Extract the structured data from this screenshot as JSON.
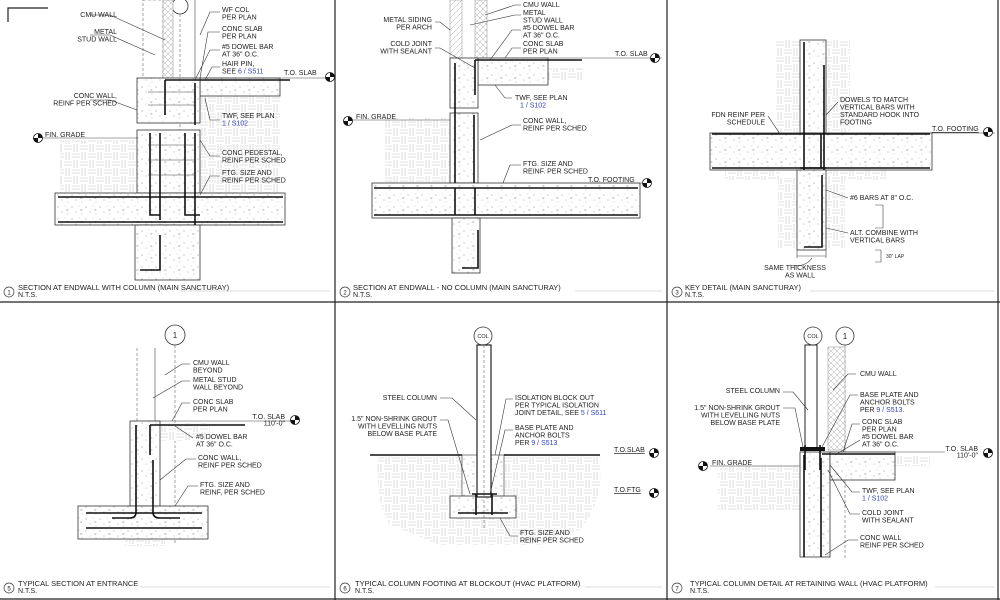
{
  "panels": [
    {
      "num": "1",
      "title": "SECTION AT ENDWALL WITH COLUMN (MAIN SANCTURAY)",
      "scale": "N.T.S.",
      "labels": [
        {
          "lines": [
            "CMU WALL"
          ]
        },
        {
          "lines": [
            "METAL",
            "STUD WALL"
          ]
        },
        {
          "lines": [
            "WF COL",
            "PER PLAN"
          ]
        },
        {
          "lines": [
            "CONC SLAB",
            "PER PLAN"
          ]
        },
        {
          "lines": [
            "#5 DOWEL BAR",
            "AT 36\" O.C."
          ]
        },
        {
          "lines": [
            "HAIR PIN,",
            "SEE "
          ],
          "ref": "6 / S511"
        },
        {
          "lines": [
            "T.O. SLAB"
          ]
        },
        {
          "lines": [
            "CONC WALL,",
            "REINF PER SCHED"
          ]
        },
        {
          "lines": [
            "TWF, SEE PLAN"
          ],
          "ref": "1 / S102"
        },
        {
          "lines": [
            "FIN. GRADE"
          ]
        },
        {
          "lines": [
            "CONC PEDESTAL,",
            "REINF PER SCHED"
          ]
        },
        {
          "lines": [
            "FTG. SIZE AND",
            "REINF PER SCHED"
          ]
        }
      ]
    },
    {
      "num": "2",
      "title": "SECTION AT ENDWALL - NO COLUMN (MAIN SANCTURAY)",
      "scale": "N.T.S.",
      "labels": [
        {
          "lines": [
            "CMU WALL"
          ]
        },
        {
          "lines": [
            "METAL",
            "STUD WALL"
          ]
        },
        {
          "lines": [
            "#5 DOWEL BAR",
            "AT 36\" O.C."
          ]
        },
        {
          "lines": [
            "METAL SIDING",
            "PER ARCH"
          ]
        },
        {
          "lines": [
            "COLD JOINT",
            "WITH SEALANT"
          ]
        },
        {
          "lines": [
            "CONC SLAB",
            "PER PLAN"
          ]
        },
        {
          "lines": [
            "T.O. SLAB"
          ]
        },
        {
          "lines": [
            "TWF, SEE PLAN"
          ],
          "ref": "1 / S102"
        },
        {
          "lines": [
            "FIN. GRADE"
          ]
        },
        {
          "lines": [
            "CONC WALL,",
            "REINF PER SCHED"
          ]
        },
        {
          "lines": [
            "FTG. SIZE AND",
            "REINF. PER SCHED"
          ]
        },
        {
          "lines": [
            "T.O. FOOTING"
          ]
        }
      ]
    },
    {
      "num": "3",
      "title": "KEY DETAIL (MAIN SANCTURAY)",
      "scale": "N.T.S.",
      "labels": [
        {
          "lines": [
            "FDN REINF PER",
            "SCHEDULE"
          ]
        },
        {
          "lines": [
            "DOWELS TO MATCH",
            "VERTICAL BARS WITH",
            "STANDARD HOOK INTO",
            "FOOTING"
          ]
        },
        {
          "lines": [
            "T.O. FOOTING"
          ]
        },
        {
          "lines": [
            "#6 BARS AT 8\" O.C."
          ]
        },
        {
          "lines": [
            "ALT. COMBINE WITH",
            "VERTICAL BARS"
          ]
        },
        {
          "lines": [
            "30\" LAP"
          ]
        },
        {
          "lines": [
            "SAME THICKNESS",
            "AS WALL"
          ]
        }
      ]
    },
    {
      "num": "5",
      "title": "TYPICAL SECTION AT ENTRANCE",
      "scale": "N.T.S.",
      "bubble": "1",
      "labels": [
        {
          "lines": [
            "CMU WALL",
            "BEYOND"
          ]
        },
        {
          "lines": [
            "METAL STUD",
            "WALL BEYOND"
          ]
        },
        {
          "lines": [
            "CONC SLAB",
            "PER PLAN"
          ]
        },
        {
          "lines": [
            "T.O. SLAB",
            "110'-0\""
          ]
        },
        {
          "lines": [
            "#5 DOWEL BAR",
            "AT 36\" O.C."
          ]
        },
        {
          "lines": [
            "CONC WALL,",
            "REINF PER SCHED"
          ]
        },
        {
          "lines": [
            "FTG. SIZE AND",
            "REINF, PER SCHED"
          ]
        }
      ]
    },
    {
      "num": "6",
      "title": "TYPICAL COLUMN FOOTING AT BLOCKOUT (HVAC PLATFORM)",
      "scale": "N.T.S.",
      "bubble": "COL",
      "labels": [
        {
          "lines": [
            "STEEL COLUMN"
          ]
        },
        {
          "lines": [
            "1.5\" NON-SHRINK GROUT",
            "WITH LEVELLING NUTS",
            "BELOW BASE PLATE"
          ]
        },
        {
          "lines": [
            "ISOLATION BLOCK OUT",
            "PER TYPICAL ISOLATION",
            "JOINT DETAIL, SEE "
          ],
          "ref": "5 / S611"
        },
        {
          "lines": [
            "BASE PLATE AND",
            "ANCHOR BOLTS",
            "PER "
          ],
          "ref": "9 / S513"
        },
        {
          "lines": [
            "T.O.SLAB"
          ]
        },
        {
          "lines": [
            "T.O.FTG"
          ]
        },
        {
          "lines": [
            "FTG. SIZE AND",
            "REINF PER SCHED"
          ]
        }
      ]
    },
    {
      "num": "7",
      "title": "TYPICAL COLUMN DETAIL AT RETAINING WALL (HVAC PLATFORM)",
      "scale": "N.T.S.",
      "bubble": "COL",
      "bubble2": "1",
      "labels": [
        {
          "lines": [
            "CMU WALL"
          ]
        },
        {
          "lines": [
            "STEEL COLUMN"
          ]
        },
        {
          "lines": [
            "1.5\" NON-SHRINK GROUT",
            "WITH LEVELLING NUTS",
            "BELOW BASE PLATE"
          ]
        },
        {
          "lines": [
            "BASE PLATE AND",
            "ANCHOR BOLTS",
            "PER "
          ],
          "ref": "9 / S513."
        },
        {
          "lines": [
            "CONC SLAB",
            "PER PLAN"
          ]
        },
        {
          "lines": [
            "#5 DOWEL BAR",
            "AT 36\" O.C."
          ]
        },
        {
          "lines": [
            "T.O. SLAB",
            "110'-0\""
          ]
        },
        {
          "lines": [
            "FIN. GRADE"
          ]
        },
        {
          "lines": [
            "TWF, SEE PLAN"
          ],
          "ref": "1 / S102"
        },
        {
          "lines": [
            "COLD JOINT",
            "WITH SEALANT"
          ]
        },
        {
          "lines": [
            "CONC WALL",
            "REINF PER SCHED"
          ]
        }
      ]
    }
  ],
  "colors": {
    "reference_link": "#3344bb",
    "line": "#222222"
  }
}
